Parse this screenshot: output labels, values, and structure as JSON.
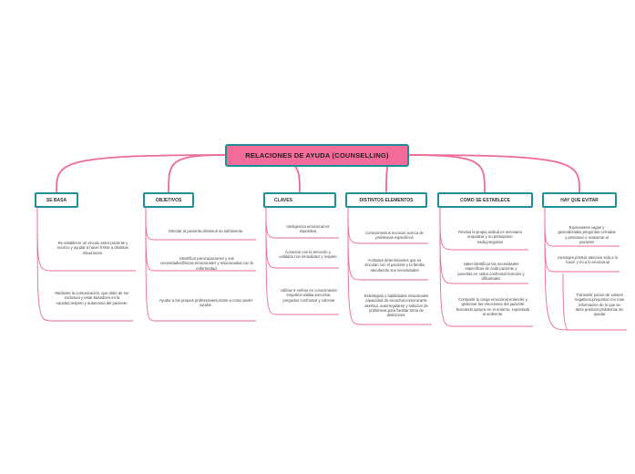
{
  "root": {
    "title": "RELACIONES DE AYUDA (COUNSELLING)"
  },
  "branches": [
    {
      "label": "SE BASA",
      "items": [
        "Re establecer un vinculo entre paciente y tecnico y ayudar a hacer frente a distintas situaciones.",
        "Mediante la comunicación, que debe de ser exclusiva y estar basadoen en la equidad,respeto y autonomia del paciente."
      ]
    },
    {
      "label": "OBJETIVOS",
      "items": [
        "Orientar al paciente,disminuir su sufrimiento.",
        "Identificar preocupaciones y sus necesidades(fisicas,emocionales y relacionadas con la enfermedad.",
        "Ayudar a los propios profesionales,sobre a como poder ayudar."
      ]
    },
    {
      "label": "CLAVES",
      "items": [
        "Inteligencia emocional es impositiva",
        "Conectar con la emoción y validarla con inmediatez y respeto",
        "Utilizar 5 verbos en conocimiento empatico:validar,escuchar, preguntar confrontar y colcrear"
      ]
    },
    {
      "label": "DISTINTOS ELEMENTOS",
      "items": [
        "Conocimientos tecnicos acerca de problemas especificos",
        "Actitudes determinantes que se vinculan con el paciente y la familia atendiendo sus necesidades",
        "Estrategias o habilidades relacionales capacidad de escuchar,comunicarse asertiva, autorregularse y solucion de problemas,para facilitar toma de desiciones."
      ]
    },
    {
      "label": "COMO SE ESTABLECE",
      "items": [
        "Revisar la propia actitud,es necesario empatizar y no presuponer nada,preguntar",
        "saber identificar las necesidades especificas de cada paciente y ponerlas en orden,confrontar temores y dificultades",
        "Compartir la carga emocional,entender y gestionar las emociones del paciente buscando apoyos en el entorno, expresado al ambiente."
      ]
    },
    {
      "label": "HAY QUE EVITAR",
      "items": [
        "Expresiones vagas y generalizadas,preguntas cerradas y presionar o reasumar al paciente",
        "mensajes,prestar atencion sola a lo hacer y no a lo emocional",
        "Transmitir juicios de valores negativos,preguntar con mas informacion de lo que se debe producir problemas sin ayudar"
      ]
    }
  ]
}
